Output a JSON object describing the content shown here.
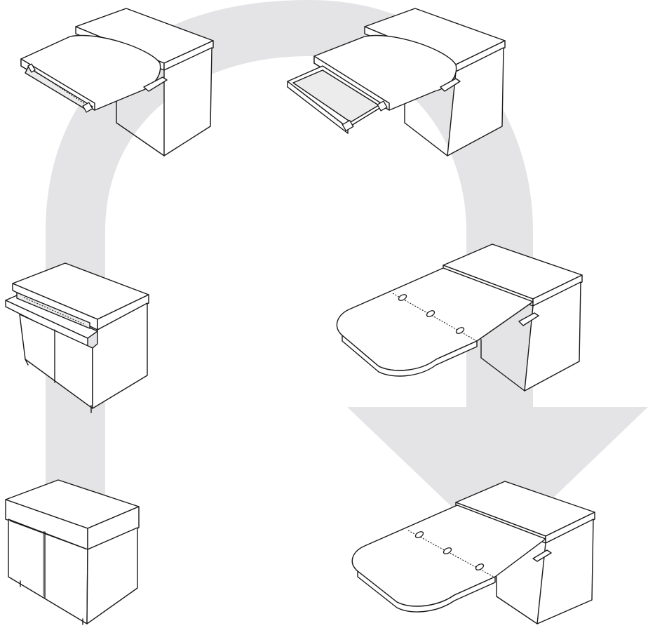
{
  "figure": {
    "arrow_color": "#e4e4e6",
    "line_color": "#1a1a1a",
    "steps": [
      {
        "id": "step-1",
        "state": "closed cabinet"
      },
      {
        "id": "step-2",
        "state": "panel pulled out"
      },
      {
        "id": "step-3",
        "state": "top slid forward"
      },
      {
        "id": "step-4",
        "state": "drawer frame extended"
      },
      {
        "id": "step-5",
        "state": "folding table unfolded"
      },
      {
        "id": "step-6",
        "state": "table fully deployed"
      }
    ]
  }
}
